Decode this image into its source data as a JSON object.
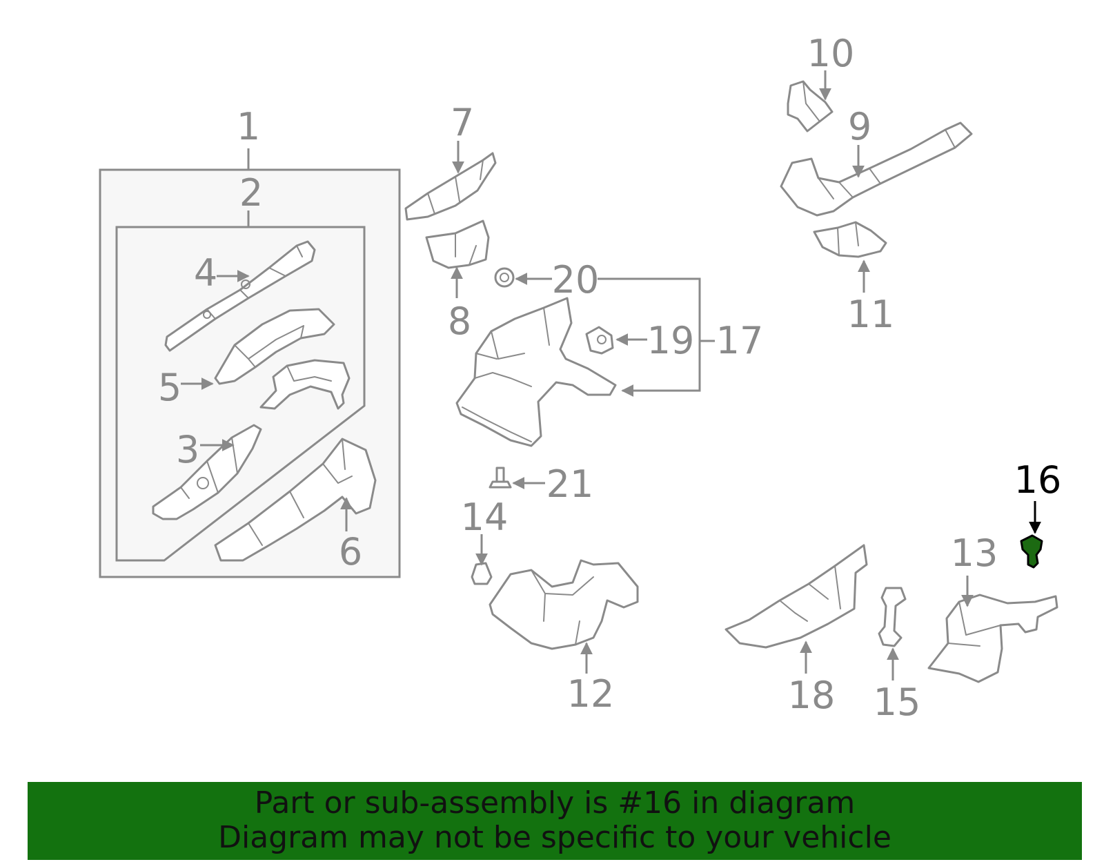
{
  "highlight_color": "#13720f",
  "highlighted_part": "16",
  "callouts": {
    "c1": "1",
    "c2": "2",
    "c3": "3",
    "c4": "4",
    "c5": "5",
    "c6": "6",
    "c7": "7",
    "c8": "8",
    "c9": "9",
    "c10": "10",
    "c11": "11",
    "c12": "12",
    "c13": "13",
    "c14": "14",
    "c15": "15",
    "c16": "16",
    "c17": "17",
    "c18": "18",
    "c19": "19",
    "c20": "20",
    "c21": "21"
  },
  "banner": {
    "line1": "Part or sub-assembly is #16 in diagram",
    "line2": "Diagram may not be specific to your vehicle"
  }
}
